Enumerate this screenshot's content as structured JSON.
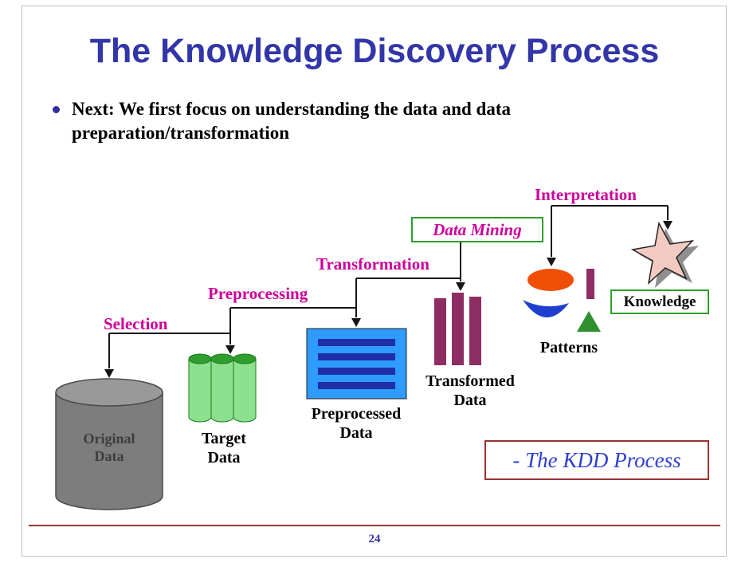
{
  "slide": {
    "title": "The Knowledge Discovery Process",
    "bullet": "Next: We first focus on understanding the data and data preparation/transformation",
    "caption": "- The KDD Process",
    "page_number": "24"
  },
  "diagram": {
    "step_labels": {
      "selection": "Selection",
      "preprocessing": "Preprocessing",
      "transformation": "Transformation",
      "data_mining": "Data Mining",
      "interpretation": "Interpretation"
    },
    "node_labels": {
      "original_data": "Original Data",
      "target_data": "Target Data",
      "preprocessed_data": "Preprocessed Data",
      "transformed_data": "Transformed Data",
      "patterns": "Patterns",
      "knowledge": "Knowledge"
    }
  },
  "colors": {
    "title_blue": "#3236a8",
    "step_label_magenta": "#cc0099",
    "green_box_border": "#2f9e2f",
    "caption_text_blue": "#2f3fd0",
    "caption_border_red": "#993333",
    "footer_line_red": "#9e3434",
    "cylinder_gray": "#7d7d7d",
    "target_green": "#8de08d",
    "preprocessed_blue": "#2f9bfc",
    "stripe_dark_blue": "#1f2fa8",
    "bar_magenta": "#8e2d63",
    "pattern_orange": "#f14f08",
    "star_pink": "#f3cac1"
  }
}
